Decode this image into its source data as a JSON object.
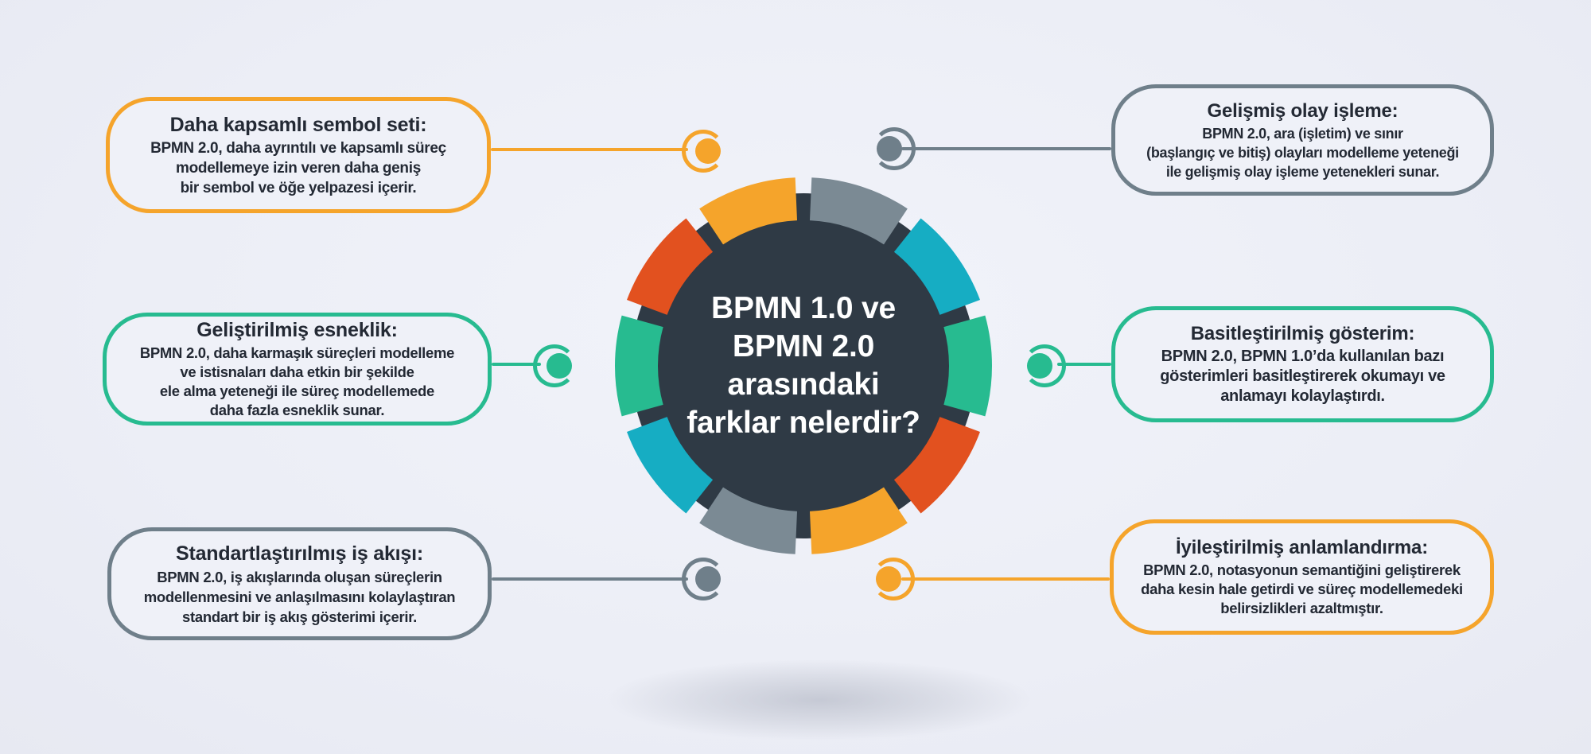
{
  "background_color": "#ECEEF6",
  "palette": {
    "orange": "#F5A42B",
    "red": "#E2511F",
    "cyan": "#16ADC3",
    "green": "#27BB90",
    "slate_gray": "#6F7F8A",
    "ring_gray": "#7B8A94",
    "dark_circle": "#2F3A45",
    "text_dark": "#232934",
    "shadow": "#A7ACBA"
  },
  "center": {
    "question": "BPMN 1.0 ve\nBPMN 2.0\narasındaki\nfarklar nelerdir?",
    "circle_color": "#2F3A45",
    "text_color": "#FFFFFF",
    "ring_segment_colors": [
      "#7B8A94",
      "#16ADC3",
      "#27BB90",
      "#E2511F",
      "#F5A42B",
      "#7B8A94",
      "#16ADC3",
      "#27BB90",
      "#E2511F",
      "#F5A42B"
    ]
  },
  "items": [
    {
      "id": "comprehensive-symbol-set",
      "side": "left",
      "accent": "#F5A42B",
      "title": "Daha kapsamlı sembol seti:",
      "body": "BPMN 2.0, daha ayrıntılı ve kapsamlı süreç\nmodellemeye izin veren daha geniş\nbir sembol ve öğe yelpazesi içerir."
    },
    {
      "id": "improved-flexibility",
      "side": "left",
      "accent": "#27BB90",
      "title": "Geliştirilmiş esneklik:",
      "body": "BPMN 2.0, daha karmaşık süreçleri modelleme\nve istisnaları daha etkin bir şekilde\nele alma yeteneği ile süreç modellemede\ndaha fazla esneklik sunar."
    },
    {
      "id": "standardized-workflow",
      "side": "left",
      "accent": "#6F7F8A",
      "title": "Standartlaştırılmış iş akışı:",
      "body": "BPMN 2.0, iş akışlarında oluşan süreçlerin\nmodellenmesini ve anlaşılmasını kolaylaştıran\nstandart bir iş akış gösterimi içerir."
    },
    {
      "id": "advanced-event-handling",
      "side": "right",
      "accent": "#6F7F8A",
      "title": "Gelişmiş olay işleme:",
      "body": "BPMN 2.0, ara (işletim) ve sınır\n(başlangıç ve bitiş) olayları modelleme yeteneği\nile gelişmiş olay işleme yetenekleri sunar."
    },
    {
      "id": "simplified-notation",
      "side": "right",
      "accent": "#27BB90",
      "title": "Basitleştirilmiş gösterim:",
      "body": "BPMN 2.0, BPMN 1.0’da kullanılan bazı\ngösterimleri basitleştirerek okumayı ve\nanlamayı kolaylaştırdı."
    },
    {
      "id": "improved-semantics",
      "side": "right",
      "accent": "#F5A42B",
      "title": "İyileştirilmiş anlamlandırma:",
      "body": "BPMN 2.0, notasyonun semantiğini geliştirerek\ndaha kesin hale getirdi ve süreç modellemedeki\nbelirsizlikleri azaltmıştır."
    }
  ]
}
